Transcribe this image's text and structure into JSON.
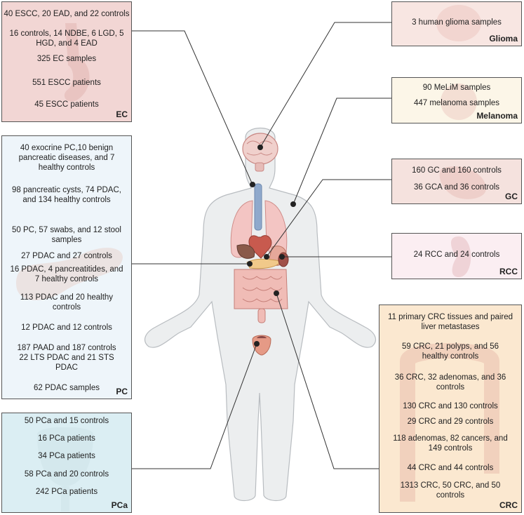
{
  "panels": {
    "ec": {
      "label": "EC",
      "items": [
        "40 ESCC, 20 EAD, and 22 controls",
        "16 controls, 14 NDBE, 6 LGD, 5 HGD, and 4 EAD",
        "325 EC samples",
        "551 ESCC patients",
        "45 ESCC patients"
      ]
    },
    "pc": {
      "label": "PC",
      "items": [
        "40 exocrine PC,10 benign pancreatic diseases, and 7 healthy controls",
        "98 pancreatic cysts, 74 PDAC, and 134 healthy controls",
        "50 PC, 57 swabs, and 12 stool samples",
        "27 PDAC and 27 controls",
        "16 PDAC, 4 pancreatitides, and 7 healthy controls",
        "113 PDAC and 20 healthy controls",
        "12 PDAC and 12 controls",
        "187 PAAD and 187 controls",
        "22 LTS PDAC and 21 STS PDAC",
        "62 PDAC samples"
      ]
    },
    "pca": {
      "label": "PCa",
      "items": [
        "50 PCa and 15 controls",
        "16 PCa patients",
        "34 PCa patients",
        "58 PCa and 20 controls",
        "242 PCa patients"
      ]
    },
    "glioma": {
      "label": "Glioma",
      "items": [
        "3 human glioma samples"
      ]
    },
    "melanoma": {
      "label": "Melanoma",
      "items": [
        "90 MeLiM samples",
        "447 melanoma samples"
      ]
    },
    "gc": {
      "label": "GC",
      "items": [
        "160 GC and 160 controls",
        "36 GCA and 36 controls"
      ]
    },
    "rcc": {
      "label": "RCC",
      "items": [
        "24 RCC and 24 controls"
      ]
    },
    "crc": {
      "label": "CRC",
      "items": [
        "11 primary CRC tissues and paired liver metastases",
        "59 CRC, 21 polyps, and 56 healthy controls",
        "36 CRC, 32 adenomas, and 36 controls",
        "130 CRC and 130 controls",
        "29 CRC and 29 controls",
        "118 adenomas, 82 cancers, and 149 controls",
        "44 CRC and 44 controls",
        "1313 CRC, 50 CRC, and 50 controls"
      ]
    }
  },
  "colors": {
    "ec_bg": "#f2d6d4",
    "pc_bg": "#eef5fa",
    "pca_bg": "#dbeef3",
    "glioma_bg": "#f8e6e2",
    "melanoma_bg": "#fcf6e8",
    "gc_bg": "#f5e2de",
    "rcc_bg": "#fbeef2",
    "crc_bg": "#fbe8d0",
    "body_fill": "#eceeef",
    "organ": "#e8a6a4"
  },
  "icons": [
    "brain-icon",
    "trachea-icon",
    "lungs-icon",
    "heart-icon",
    "stomach-icon",
    "pancreas-icon",
    "kidney-icon",
    "intestine-icon",
    "bladder-prostate-icon",
    "skin-cell-icon"
  ]
}
